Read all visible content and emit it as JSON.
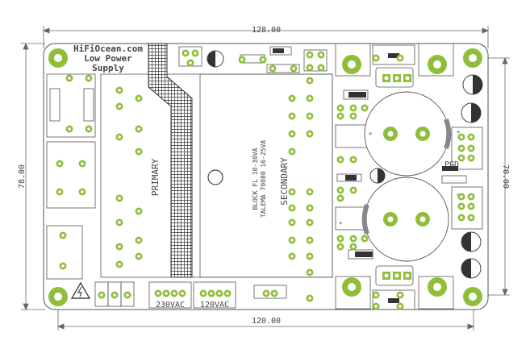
{
  "dimensions": {
    "top_width": "128.00",
    "bottom_width": "120.00",
    "left_height": "78.00",
    "right_height": "70.00"
  },
  "board_title": {
    "line1": "HiFiOcean.com",
    "line2": "Low Power",
    "line3": "Supply"
  },
  "labels": {
    "primary": "PRIMARY",
    "secondary": "SECONDARY",
    "transformer_line1": "BLOCK FL 10-30VA",
    "transformer_line2": "TALEMA 70080 16-25VA",
    "pgd": "PGD",
    "v230": "230VAC",
    "v120": "120VAC",
    "plus": "+"
  },
  "colors": {
    "pad_green": "#8fbf3a",
    "pad_dark": "#6a9b22",
    "ink": "#444444",
    "hatch": "#3a3a3a"
  }
}
